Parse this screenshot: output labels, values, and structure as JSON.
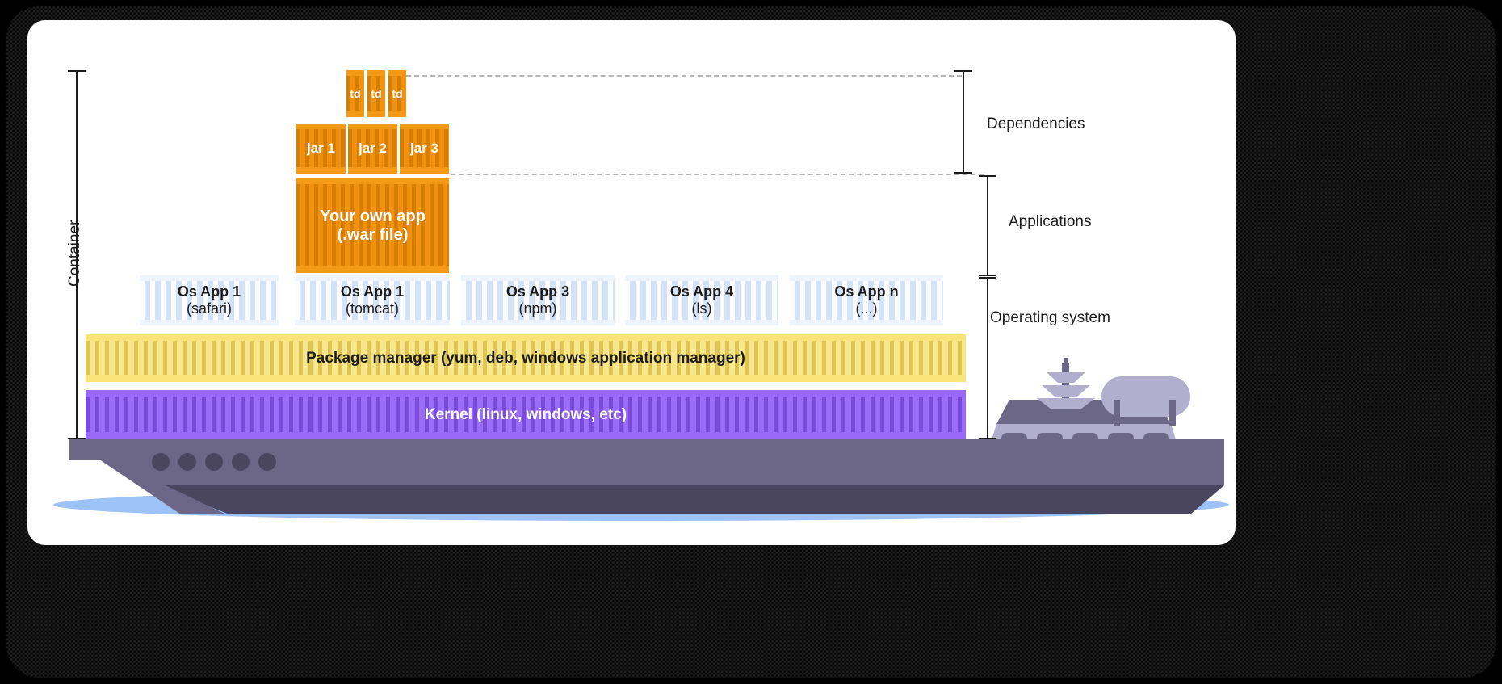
{
  "diagram": {
    "title": "Container architecture diagram",
    "colors": {
      "orange": "#ef8b00",
      "light_blue": "#e3edfb",
      "yellow": "#f7dd5c",
      "purple": "#8b54f7",
      "hull": "#857f9e",
      "hull_dark": "#4b465f",
      "water": "#9dc2f7",
      "bracket": "#1b1b1b",
      "dash": "#b4b4b4",
      "card": "#ffffff",
      "background": "#000000"
    },
    "brackets": {
      "container": "Container",
      "dependencies": "Dependencies",
      "applications": "Applications",
      "operating_system": "Operating system"
    },
    "td_containers": [
      {
        "label": "td"
      },
      {
        "label": "td"
      },
      {
        "label": "td"
      }
    ],
    "jar_containers": [
      {
        "label": "jar 1"
      },
      {
        "label": "jar 2"
      },
      {
        "label": "jar 3"
      }
    ],
    "app_container": {
      "line1": "Your own app",
      "line2": "(.war file)"
    },
    "os_apps": [
      {
        "line1": "Os App 1",
        "line2": "(safari)"
      },
      {
        "line1": "Os App 1",
        "line2": "(tomcat)"
      },
      {
        "line1": "Os App 3",
        "line2": "(npm)"
      },
      {
        "line1": "Os App 4",
        "line2": "(ls)"
      },
      {
        "line1": "Os App n",
        "line2": "(...)"
      }
    ],
    "package_manager": "Package manager (yum, deb, windows application manager)",
    "kernel": "Kernel (linux, windows, etc)",
    "ship": {
      "name": "container-ship-illustration",
      "portholes": 5,
      "mast_tiers": 3
    }
  }
}
